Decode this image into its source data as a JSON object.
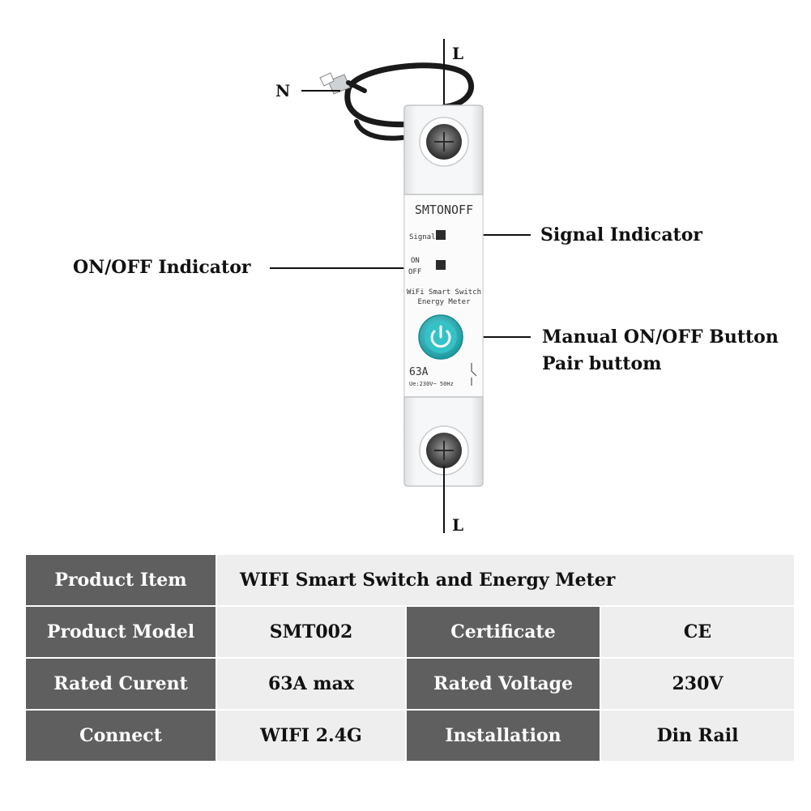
{
  "device": {
    "brand": "SMTONOFF",
    "signal_label": "Signal",
    "onoff_label_on": "ON",
    "onoff_label_off": "OFF",
    "desc_line1": "WiFi Smart Switch",
    "desc_line2": "Energy Meter",
    "rating": "63A",
    "rating_sub": "Ue:230V~ 50Hz",
    "button_icon": "power-icon",
    "button_color": "#2bb3b8",
    "body_color": "#f2f3f4"
  },
  "callouts": {
    "top_terminal": "L",
    "neutral_wire": "N",
    "signal_indicator": "Signal Indicator",
    "onoff_indicator": "ON/OFF Indicator",
    "manual_button_line1": "Manual ON/OFF Button",
    "manual_button_line2": "Pair buttom",
    "bottom_terminal": "L"
  },
  "specs": {
    "product_item_label": "Product Item",
    "product_item_value": "WIFI Smart Switch and Energy Meter",
    "rows": [
      {
        "label1": "Product Model",
        "value1": "SMT002",
        "label2": "Certificate",
        "value2": "CE"
      },
      {
        "label1": "Rated Curent",
        "value1": "63A max",
        "label2": "Rated Voltage",
        "value2": "230V"
      },
      {
        "label1": "Connect",
        "value1": "WIFI 2.4G",
        "label2": "Installation",
        "value2": "Din Rail"
      }
    ],
    "header_color": "#5f5f5f",
    "value_color": "#eeeeee"
  }
}
